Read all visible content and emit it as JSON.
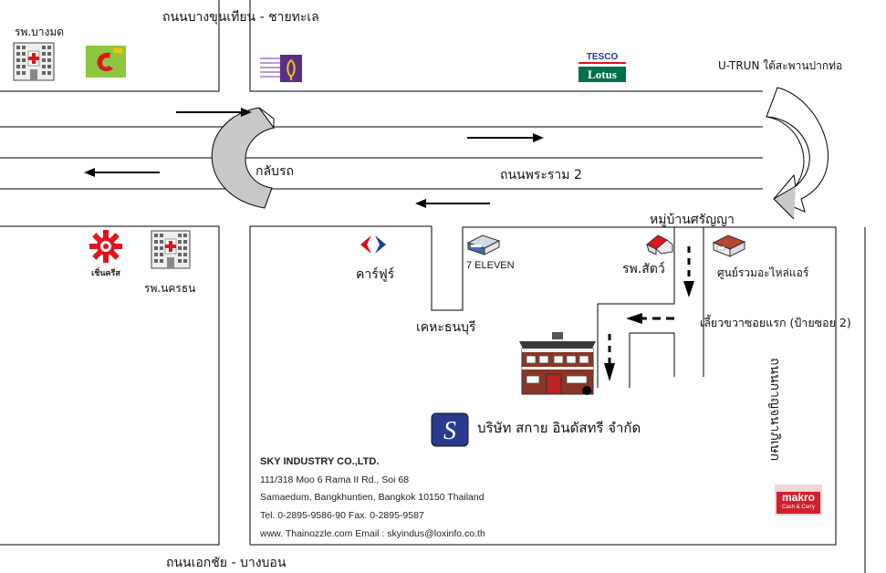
{
  "roads": {
    "top_road": "ถนนบางขุนเทียน - ชายทะเล",
    "main_road": "ถนนพระราม 2",
    "bottom_road": "ถนนเอกชัย - บางบอน",
    "right_road": "ถนนกาญจนาภิเษก",
    "u_turn_left": "กลับรถ",
    "u_turn_right": "U-TRUN ใต้สะพานปากท่อ"
  },
  "landmarks": {
    "bangmod_hospital": "รพ.บางมด",
    "tesco_brand_top": "TESCO",
    "tesco_brand_bottom": "Lotus",
    "carrefour": "คาร์ฟูร์",
    "chainarong_logo": "เชิ่นครีส",
    "nakhon_hospital": "รพ.นครธน",
    "seven_eleven": "7 ELEVEN",
    "kheha": "เคหะธนบุรี",
    "village": "หมู่บ้านศรัญญา",
    "vet_hospital": "รพ.สัตว์",
    "parts_center": "ศูนย์รวมอะไหล่แอร์",
    "turn_instruction": "เลี้ยวขวาซอยแรก (ป้ายซอย 2)",
    "makro_brand": "makro",
    "makro_sub": "Cash & Carry"
  },
  "company": {
    "name_th": "บริษัท สกาย อินดัสทรี จำกัด",
    "name_en": "SKY INDUSTRY CO.,LTD.",
    "address_1": "111/318 Moo 6 Rama II Rd., Soi 68",
    "address_2": "Samaedum, Bangkhuntien, Bangkok 10150 Thailand",
    "phone": "Tel. 0-2895-9586-90 Fax. 0-2895-9587",
    "web": "www. Thainozzle.com Email : skyindus@loxinfo.co.th",
    "logo_letter": "S"
  },
  "colors": {
    "line": "#000000",
    "hospital_red": "#e0141e",
    "sevenmart_green": "#8dc63f",
    "scb_purple": "#5b2e86",
    "tesco_red": "#e0141e",
    "lotus_green": "#00704a",
    "carrefour_blue": "#1e3f9a",
    "carrefour_red": "#e30613",
    "makro_red": "#d0202e",
    "sky_blue": "#2a3b8f",
    "uturn_gray": "#c8c8c8"
  },
  "icons": [
    "hospital-icon",
    "seven-mart-logo-icon",
    "scb-bank-icon",
    "tesco-lotus-icon",
    "carrefour-icon",
    "chainarong-icon",
    "store-icon",
    "house-icon",
    "building-icon",
    "factory-icon",
    "sky-logo-icon",
    "makro-logo-icon",
    "arrow-icon",
    "u-turn-icon"
  ]
}
